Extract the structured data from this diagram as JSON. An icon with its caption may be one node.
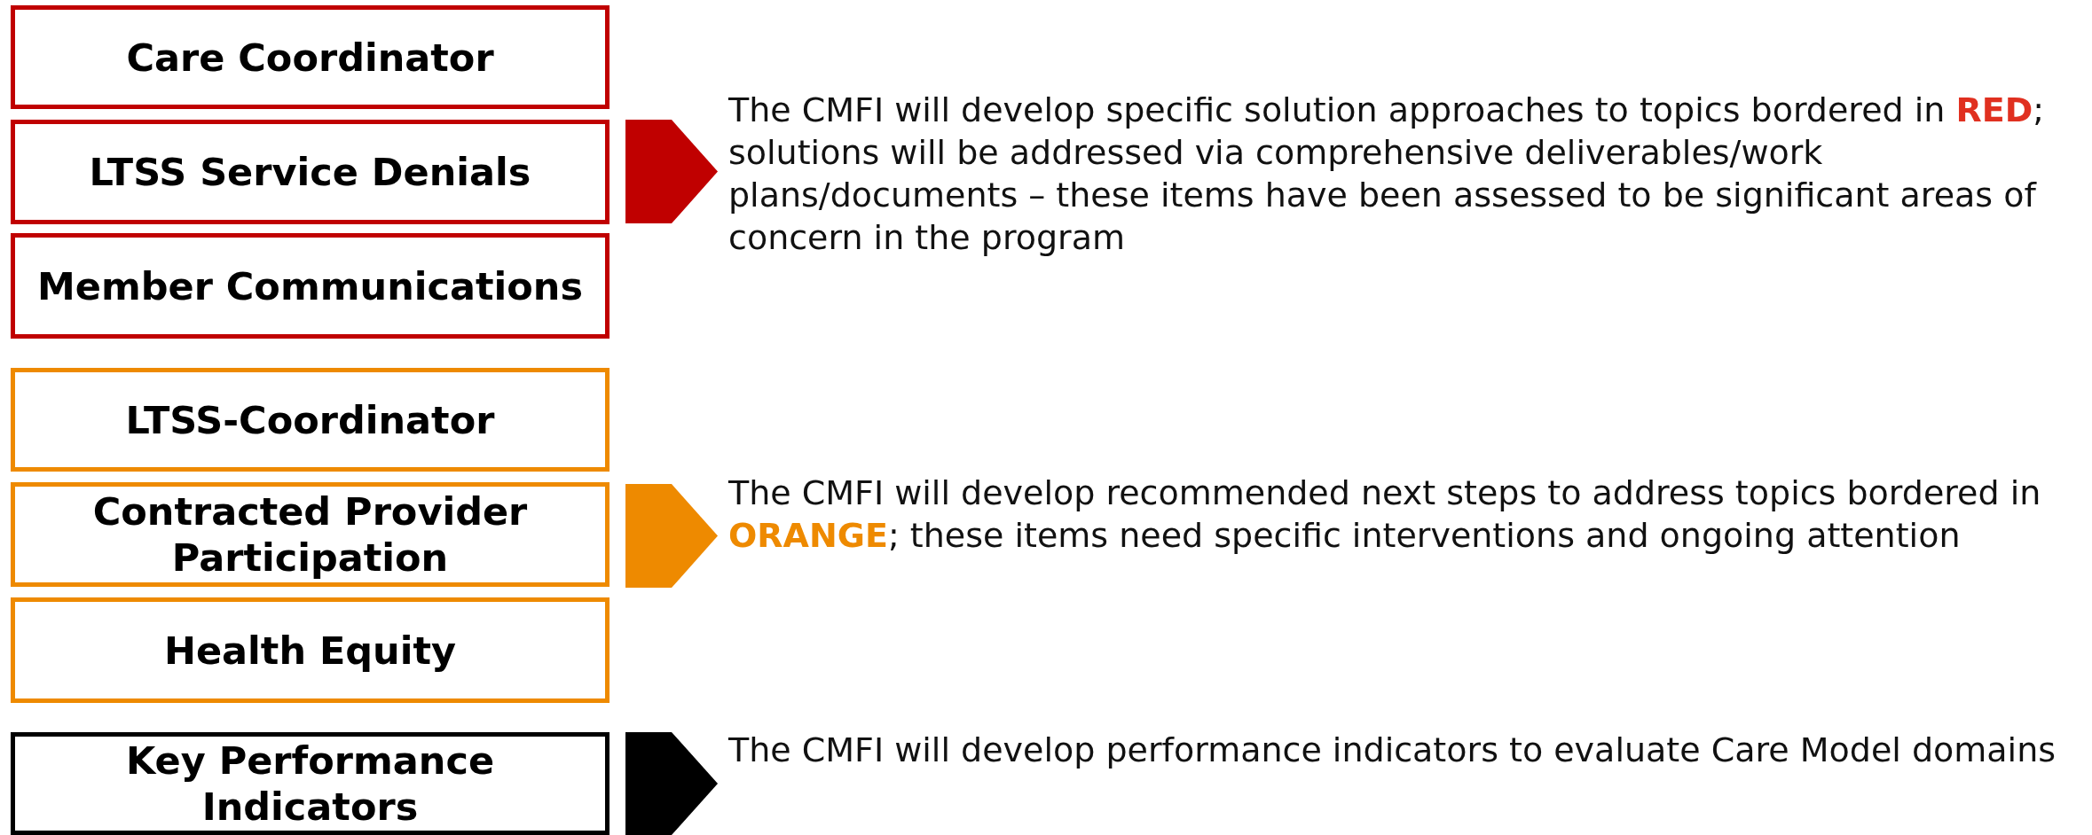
{
  "diagram": {
    "nodes": [
      {
        "text": [
          "Care Coordinator"
        ]
      },
      {
        "text": [
          "LTSS Service Denials"
        ]
      },
      {
        "text": [
          "Member Communications"
        ]
      },
      {
        "text": [
          "LTSS-Coordinator"
        ]
      },
      {
        "text": [
          "Contracted Provider Participation"
        ]
      },
      {
        "text": [
          "Health Equity"
        ]
      },
      {
        "text": [
          "Key Performance Indicators"
        ]
      }
    ],
    "labels": [
      "The CMFI will develop specific solution approaches to topics bordered in **RED**; solutions will be addressed via comprehensive deliverables/work plans/documents – these items have been assessed to be significant areas of concern in the program",
      "The CMFI will develop recommended next steps to address topics bordered in **ORANGE**; these items need specific interventions and ongoing attention",
      "The CMFI will develop performance indicators to evaluate Care Model domains"
    ]
  }
}
